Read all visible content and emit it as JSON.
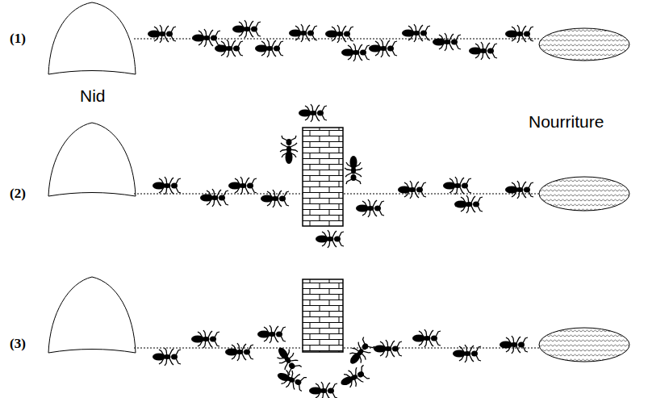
{
  "diagram": {
    "labels": [
      "(1)",
      "Nid",
      "Nourriture",
      "(2)",
      "(3)"
    ]
  }
}
